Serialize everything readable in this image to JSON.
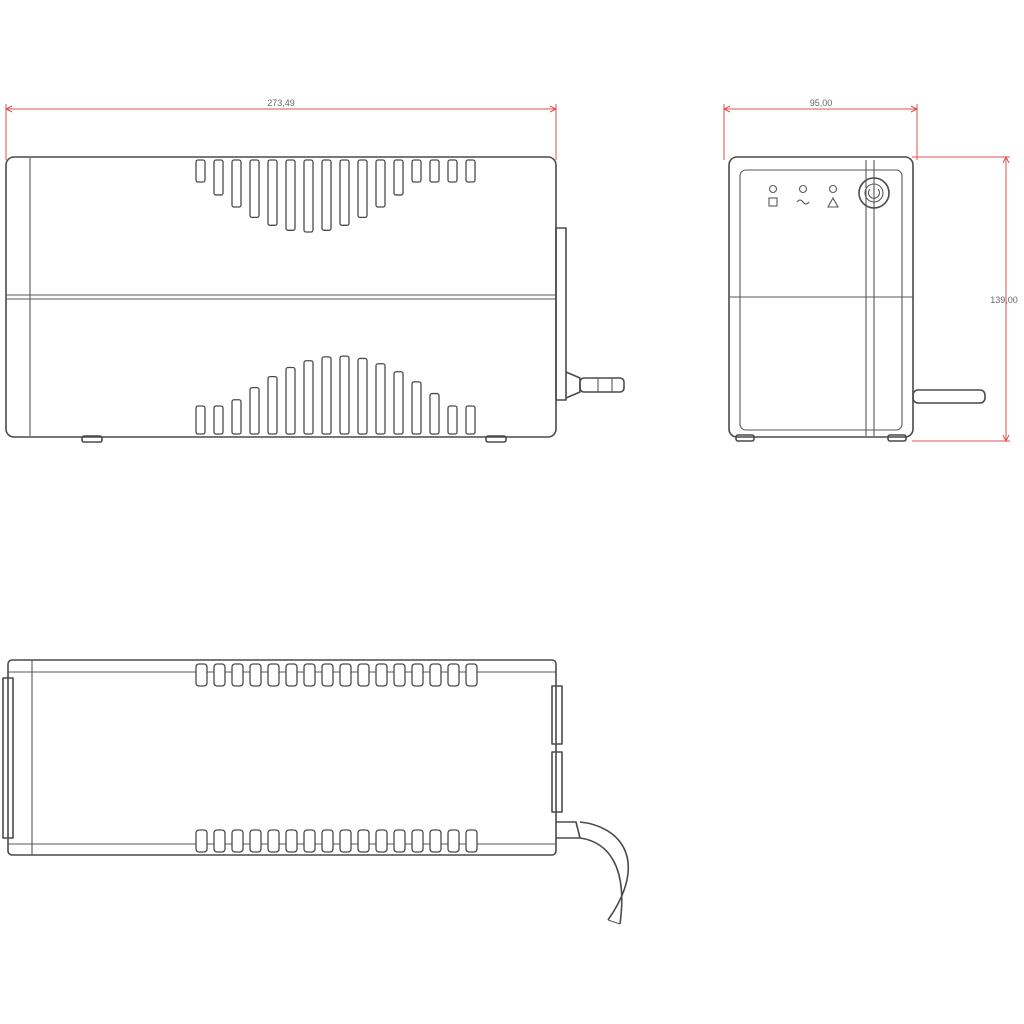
{
  "dimensions": {
    "width_label": "273,49",
    "depth_label": "95,00",
    "height_label": "139,00"
  },
  "colors": {
    "dimension": "#d9534f",
    "outline": "#4a4a4a"
  },
  "icons": [
    "battery-icon",
    "ac-power-icon",
    "warning-icon",
    "power-button-icon"
  ]
}
